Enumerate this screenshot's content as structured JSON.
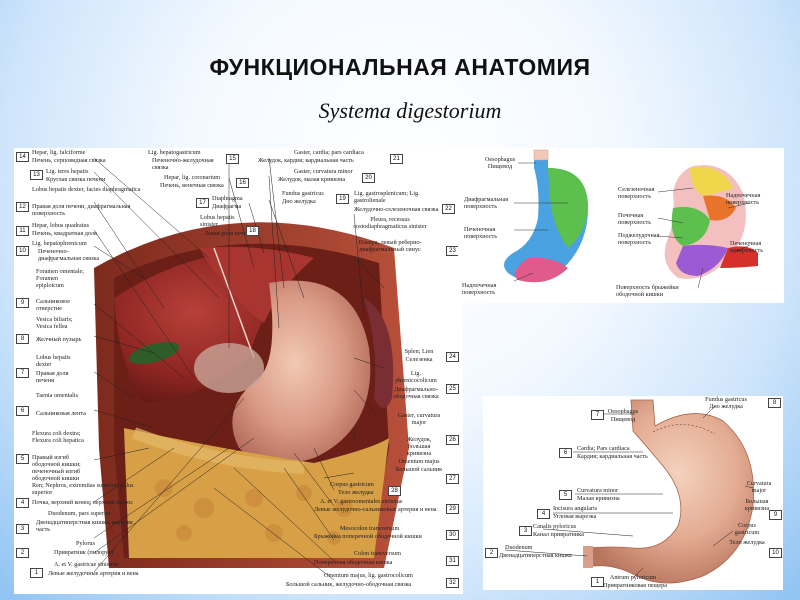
{
  "slide": {
    "title": "ФУНКЦИОНАЛЬНАЯ АНАТОМИЯ",
    "subtitle": "Systema digestorium"
  },
  "main_figure": {
    "left_labels": [
      {
        "num": "14",
        "latin": "Hepar, lig. falciforme",
        "ru": "Печень, серповидная связка"
      },
      {
        "num": "13",
        "latin": "Lig. teres hepatis",
        "ru": "Круглая связка печени"
      },
      {
        "num": "12",
        "latin": "Lobus hepatis dexter, facies diaphragmatica",
        "ru": "Правая доля печени, диафрагмальная поверхность"
      },
      {
        "num": "11",
        "latin": "Hepar, lobus quadratus",
        "ru": "Печень, квадратная доля"
      },
      {
        "num": "10",
        "latin": "Lig. hepatophrenicum",
        "ru": "Печеночно-диафрагмальная связка"
      },
      {
        "num": "9",
        "latin": "Foramen omentale; Foramen epiploicum",
        "ru": "Сальниковое отверстие"
      },
      {
        "num": "8",
        "latin": "Vesica biliaris; Vesica fellea",
        "ru": "Желчный пузырь"
      },
      {
        "num": "7",
        "latin": "Lobus hepatis dexter",
        "ru": "Правая доля печени"
      },
      {
        "num": "6",
        "latin": "Taenia omentalis",
        "ru": "Сальниковая лента"
      },
      {
        "num": "5",
        "latin": "Flexura coli dextra; Flexura coli hepatica",
        "ru": "Правый изгиб ободочной кишки; печеночный изгиб ободочной кишки"
      },
      {
        "num": "4",
        "latin": "Ren; Nephros, extremitas superior; polus superior",
        "ru": "Почка, верхний конец; верхний полюс"
      },
      {
        "num": "3",
        "latin": "Duodenum, pars superior",
        "ru": "Двенадцатиперстная кишка, верхняя часть"
      },
      {
        "num": "2",
        "latin": "Pylorus",
        "ru": "Привратник (пилорус)"
      },
      {
        "num": "1",
        "latin": "A. et V. gastricae sinistrae",
        "ru": "Левые желудочные артерия и вена"
      }
    ],
    "center_labels": [
      {
        "num": "15",
        "latin": "Lig. hepatogastricum",
        "ru": "Печеночно-желудочная связка"
      },
      {
        "num": "16",
        "latin": "Hepar, lig. coronarium",
        "ru": "Печень, венечная связка"
      },
      {
        "num": "17",
        "latin": "Diaphragma",
        "ru": "Диафрагма"
      },
      {
        "num": "18",
        "latin": "Lobus hepatis sinister",
        "ru": "Левая доля печени"
      }
    ],
    "right_labels": [
      {
        "num": "21",
        "latin": "Gaster, cardia; pars cardiaca",
        "ru": "Желудок, кардия; кардиальная часть"
      },
      {
        "num": "20",
        "latin": "Gaster, curvatura minor",
        "ru": "Желудок, малая кривизна"
      },
      {
        "num": "19",
        "latin": "Fundus gastricus",
        "ru": "Дно желудка"
      },
      {
        "num": "22",
        "latin": "Lig. gastrosplenicum; Lig. gastrolienale",
        "ru": "Желудочно-селезеночная связка"
      },
      {
        "num": "23",
        "latin": "Pleura, recessus costodiaphragmaticus sinister",
        "ru": "Плевра, левый реберно-диафрагмальный синус"
      },
      {
        "num": "24",
        "latin": "Splen; Lien",
        "ru": "Селезенка"
      },
      {
        "num": "25",
        "latin": "Lig. phrenicocolicum",
        "ru": "Диафрагмально-ободочная связка"
      },
      {
        "num": "26",
        "latin": "Gaster, curvatura major",
        "ru": "Желудок, большая кривизна"
      },
      {
        "num": "27",
        "latin": "Omentum majus",
        "ru": "Большой сальник"
      },
      {
        "num": "28",
        "latin": "Corpus gastricum",
        "ru": "Тело желудка"
      },
      {
        "num": "29",
        "latin": "A. et V. gastroomentales sinistrae",
        "ru": "Левые желудочно-сальниковые артерия и вена"
      },
      {
        "num": "30",
        "latin": "Mesocolon transversum",
        "ru": "Брыжейка поперечной ободочной кишки"
      },
      {
        "num": "31",
        "latin": "Colon transversum",
        "ru": "Поперечная ободочная кишка"
      },
      {
        "num": "32",
        "latin": "Omentum majus, lig. gastrocolicum",
        "ru": "Большой сальник, желудочно-ободочная связка"
      }
    ]
  },
  "surfaces_figure": {
    "left_stomach_labels": [
      {
        "latin": "Oesophagus",
        "ru": "Пищевод"
      },
      {
        "ru": "Диафрагмальная поверхность"
      },
      {
        "ru": "Печеночная поверхность"
      },
      {
        "ru": "Надпочечная поверхность"
      }
    ],
    "right_stomach_labels": [
      {
        "ru": "Селезеночная поверхность"
      },
      {
        "ru": "Почечная поверхность"
      },
      {
        "ru": "Поджелудочная поверхность"
      },
      {
        "ru": "Поверхность брыжейки ободочной кишки"
      },
      {
        "ru": "Надпочечная поверхность"
      },
      {
        "ru": "Печеночная поверхность"
      }
    ],
    "colors": {
      "green": "#5cbf4e",
      "blue": "#4aa3e0",
      "pink": "#e05a8c",
      "purple": "#9b59d4",
      "yellow": "#f0d64a",
      "orange": "#e8732a",
      "red": "#d6302b"
    }
  },
  "stomach_figure": {
    "left_labels": [
      {
        "num": "7",
        "latin": "Oesophagus",
        "ru": "Пищевод"
      },
      {
        "num": "6",
        "latin": "Cardia; Pars cardiaca",
        "ru": "Кардия; кардиальная часть"
      },
      {
        "num": "5",
        "latin": "Curvatura minor",
        "ru": "Малая кривизна"
      },
      {
        "num": "4",
        "latin": "Incisura angularis",
        "ru": "Угловая вырезка"
      },
      {
        "num": "3",
        "latin": "Canalis pyloricus",
        "ru": "Канал привратника"
      },
      {
        "num": "2",
        "latin": "Duodenum",
        "ru": "Двенадцатиперстная кишка"
      },
      {
        "num": "1",
        "latin": "Antrum pyloricum",
        "ru": "Привратниковая пещера"
      }
    ],
    "right_labels": [
      {
        "num": "8",
        "latin": "Fundus gastricus",
        "ru": "Дно желудка"
      },
      {
        "num": "9",
        "latin": "Curvatura major",
        "ru": "Большая кривизна"
      },
      {
        "num": "10",
        "latin": "Corpus gastricum",
        "ru": "Тело желудка"
      }
    ]
  }
}
